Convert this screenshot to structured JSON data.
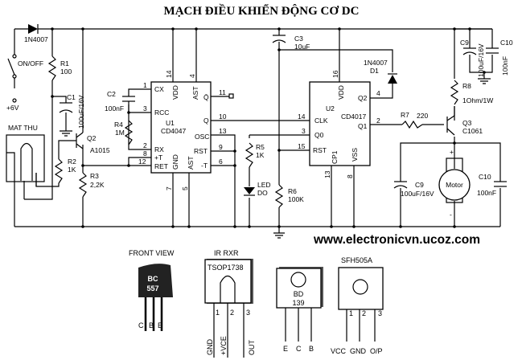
{
  "title": "MẠCH ĐIỀU KHIỂN ĐỘNG CƠ DC",
  "website": "www.electronicvn.ucoz.com",
  "components": {
    "d_in": "1N4007",
    "switch": "ON/OFF",
    "supply": "+6V",
    "r1": {
      "name": "R1",
      "value": "100"
    },
    "c1": {
      "name": "C1",
      "value": "100uF/16V"
    },
    "sensor": "MAT THU",
    "q2": {
      "name": "Q2",
      "value": "A1015"
    },
    "r2": {
      "name": "R2",
      "value": "1K"
    },
    "r3": {
      "name": "R3",
      "value": "2,2K"
    },
    "c2": {
      "name": "C2",
      "value": "100nF"
    },
    "r4": {
      "name": "R4",
      "value": "1M"
    },
    "u1": {
      "name": "U1",
      "value": "CD4047",
      "pins_left": [
        {
          "num": "1",
          "label": "CX"
        },
        {
          "num": "3",
          "label": "RCC"
        },
        {
          "num": "2",
          "label": "RX"
        },
        {
          "num": "8",
          "label": "+T"
        },
        {
          "num": "12",
          "label": "RET"
        }
      ],
      "pins_right": [
        {
          "num": "11",
          "label": "Q̄"
        },
        {
          "num": "10",
          "label": "Q"
        },
        {
          "num": "13",
          "label": "OSC"
        },
        {
          "num": "9",
          "label": "RST"
        },
        {
          "num": "6",
          "label": "-T"
        }
      ],
      "pins_top": [
        {
          "num": "14",
          "label": "VDD"
        },
        {
          "num": "4",
          "label": "AST"
        }
      ],
      "pins_bottom": [
        {
          "num": "7",
          "label": "GND"
        },
        {
          "num": "5",
          "label": "AST"
        }
      ]
    },
    "r5": {
      "name": "R5",
      "value": "1K"
    },
    "led": {
      "name": "LED",
      "value": "DO"
    },
    "c3": {
      "name": "C3",
      "value": "10uF"
    },
    "r6": {
      "name": "R6",
      "value": "100K"
    },
    "u2": {
      "name": "U2",
      "value": "CD4017",
      "pins_left": [
        {
          "num": "14",
          "label": "CLK"
        },
        {
          "num": "3",
          "label": "Q0"
        },
        {
          "num": "15",
          "label": "RST"
        }
      ],
      "pins_right": [
        {
          "num": "4",
          "label": "Q2"
        },
        {
          "num": "2",
          "label": "Q1"
        }
      ],
      "pins_top": [
        {
          "num": "16",
          "label": "VDD"
        }
      ],
      "pins_bottom": [
        {
          "num": "13",
          "label": "CP1"
        },
        {
          "num": "8",
          "label": "VSS"
        }
      ]
    },
    "d1": {
      "name": "D1",
      "value": "1N4007"
    },
    "r7": {
      "name": "R7",
      "value": "220"
    },
    "r8": {
      "name": "R8",
      "value": "1Ohm/1W"
    },
    "q3": {
      "name": "Q3",
      "value": "C1061"
    },
    "c9_top": {
      "name": "C9",
      "value": "100uF/16V"
    },
    "c10_top": {
      "name": "C10",
      "value": "100nF"
    },
    "c9": {
      "name": "C9",
      "value": "100uF/16V"
    },
    "c10": {
      "name": "C10",
      "value": "100nF"
    },
    "motor": {
      "name": "Motor",
      "plus": "+",
      "minus": "-"
    }
  },
  "pinouts": {
    "bc557": {
      "heading": "FRONT VIEW",
      "line1": "BC",
      "line2": "557",
      "pins": [
        "C",
        "B",
        "E"
      ]
    },
    "tsop": {
      "heading": "IR RXR",
      "name": "TSOP1738",
      "nums": [
        "1",
        "2",
        "3"
      ],
      "pins": [
        "GND",
        "+VCE",
        "OUT"
      ]
    },
    "bd139": {
      "line1": "BD",
      "line2": "139",
      "pins": [
        "E",
        "C",
        "B"
      ]
    },
    "sfh": {
      "heading": "SFH505A",
      "nums": [
        "1",
        "2",
        "3"
      ],
      "pins": [
        "VCC",
        "GND",
        "O/P"
      ]
    }
  }
}
